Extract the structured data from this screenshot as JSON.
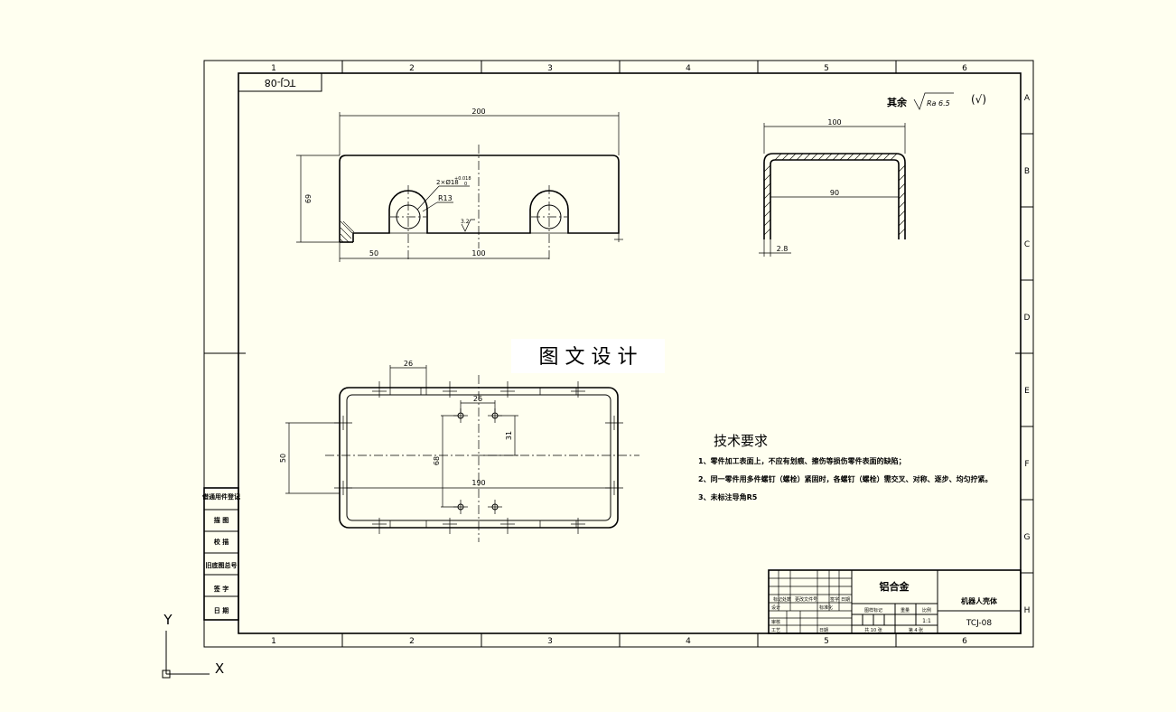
{
  "title_block_tag": "TCJ-08",
  "grid": {
    "columns": [
      "1",
      "2",
      "3",
      "4",
      "5",
      "6"
    ],
    "rows": [
      "A",
      "B",
      "C",
      "D",
      "E",
      "F",
      "G",
      "H"
    ]
  },
  "surface_finish": {
    "label": "其余",
    "ra": "Ra 6.5",
    "symbol": "(√)"
  },
  "front_view": {
    "dim_width": "200",
    "dim_height": "69",
    "hole_spec": "2×Ø18",
    "hole_tol_upper": "+0.018",
    "hole_tol_lower": "0",
    "radius": "R13",
    "roughness": "3.2",
    "dim_left": "50",
    "dim_spacing": "100"
  },
  "side_view": {
    "dim_outer": "100",
    "dim_inner": "90",
    "dim_thickness": "2.8"
  },
  "top_view": {
    "dim_tab": "26",
    "dim_hole_spacing": "26",
    "dim_hole_offset": "31",
    "dim_height": "50",
    "dim_inner_height": "68",
    "dim_length": "190"
  },
  "watermark": "图 文 设 计",
  "tech_requirements": {
    "title": "技术要求",
    "items": [
      "1、零件加工表面上，不应有划痕、擦伤等损伤零件表面的缺陷；",
      "2、同一零件用多件螺钉（螺栓）紧固时，各螺钉（螺栓）需交叉、对称、逐步、均匀拧紧。",
      "3、未标注导角R5"
    ]
  },
  "left_strip": [
    "借通用件登记",
    "描 图",
    "校 描",
    "旧底图总号",
    "签 字",
    "日 期"
  ],
  "title_block": {
    "material": "铝合金",
    "part_name": "机器人壳体",
    "drawing_no": "TCJ-08",
    "scale_label": "比例",
    "scale": "1:1",
    "weight_label": "重量",
    "stage_label": "图样标记",
    "sheets_total": "共 10 张",
    "sheet_no": "第 4 张",
    "row_labels": [
      "标记",
      "处数",
      "更改文件号",
      "签字",
      "日期"
    ],
    "designer": "设计",
    "standardize": "标准化",
    "review": "审核",
    "process": "工艺",
    "date": "日期"
  },
  "axes": {
    "x": "X",
    "y": "Y"
  }
}
